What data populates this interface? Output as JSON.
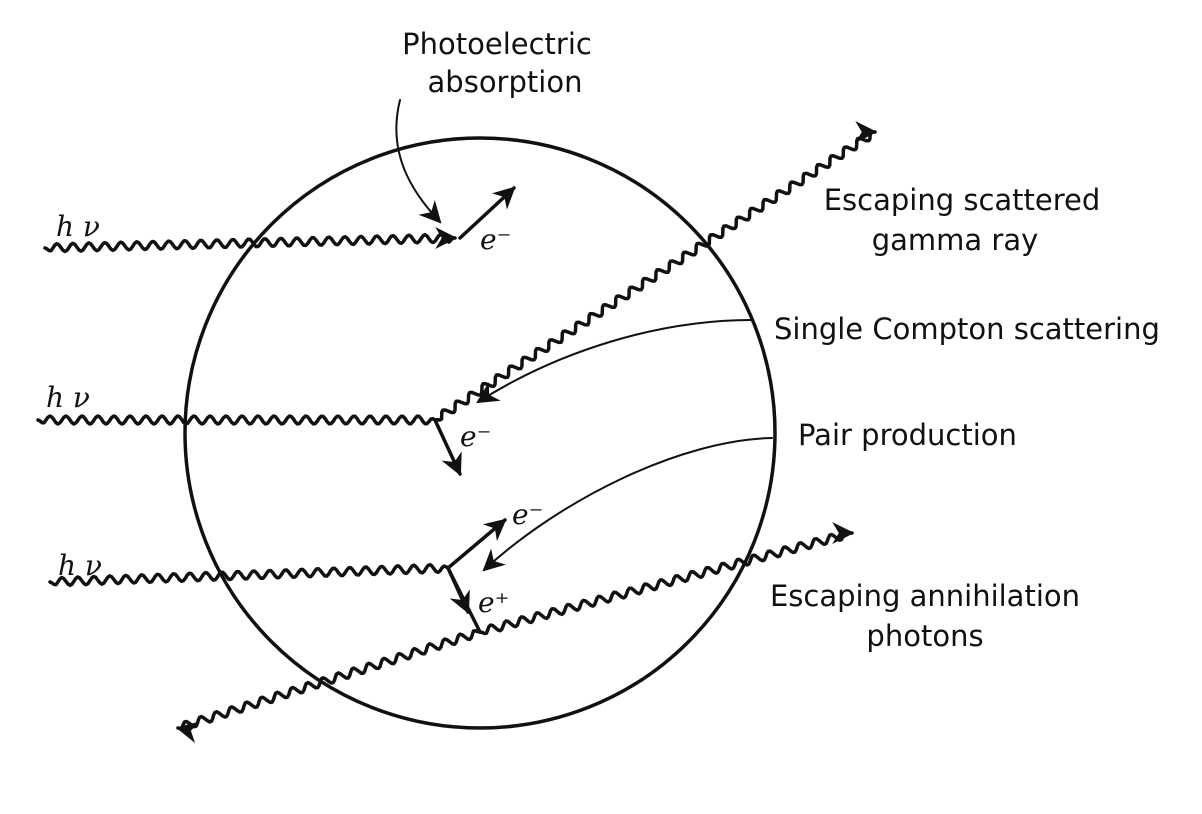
{
  "labels": {
    "photoelectric_line1": "Photoelectric",
    "photoelectric_line2": "absorption",
    "escaping_scattered_line1": "Escaping scattered",
    "escaping_scattered_line2": "gamma ray",
    "single_compton": "Single Compton scattering",
    "pair_production": "Pair production",
    "escaping_annihilation_line1": "Escaping annihilation",
    "escaping_annihilation_line2": "photons"
  },
  "symbols": {
    "photon": "h ν",
    "electron": "e⁻",
    "positron": "e⁺"
  },
  "colors": {
    "ink": "#111111",
    "background": "#ffffff"
  }
}
